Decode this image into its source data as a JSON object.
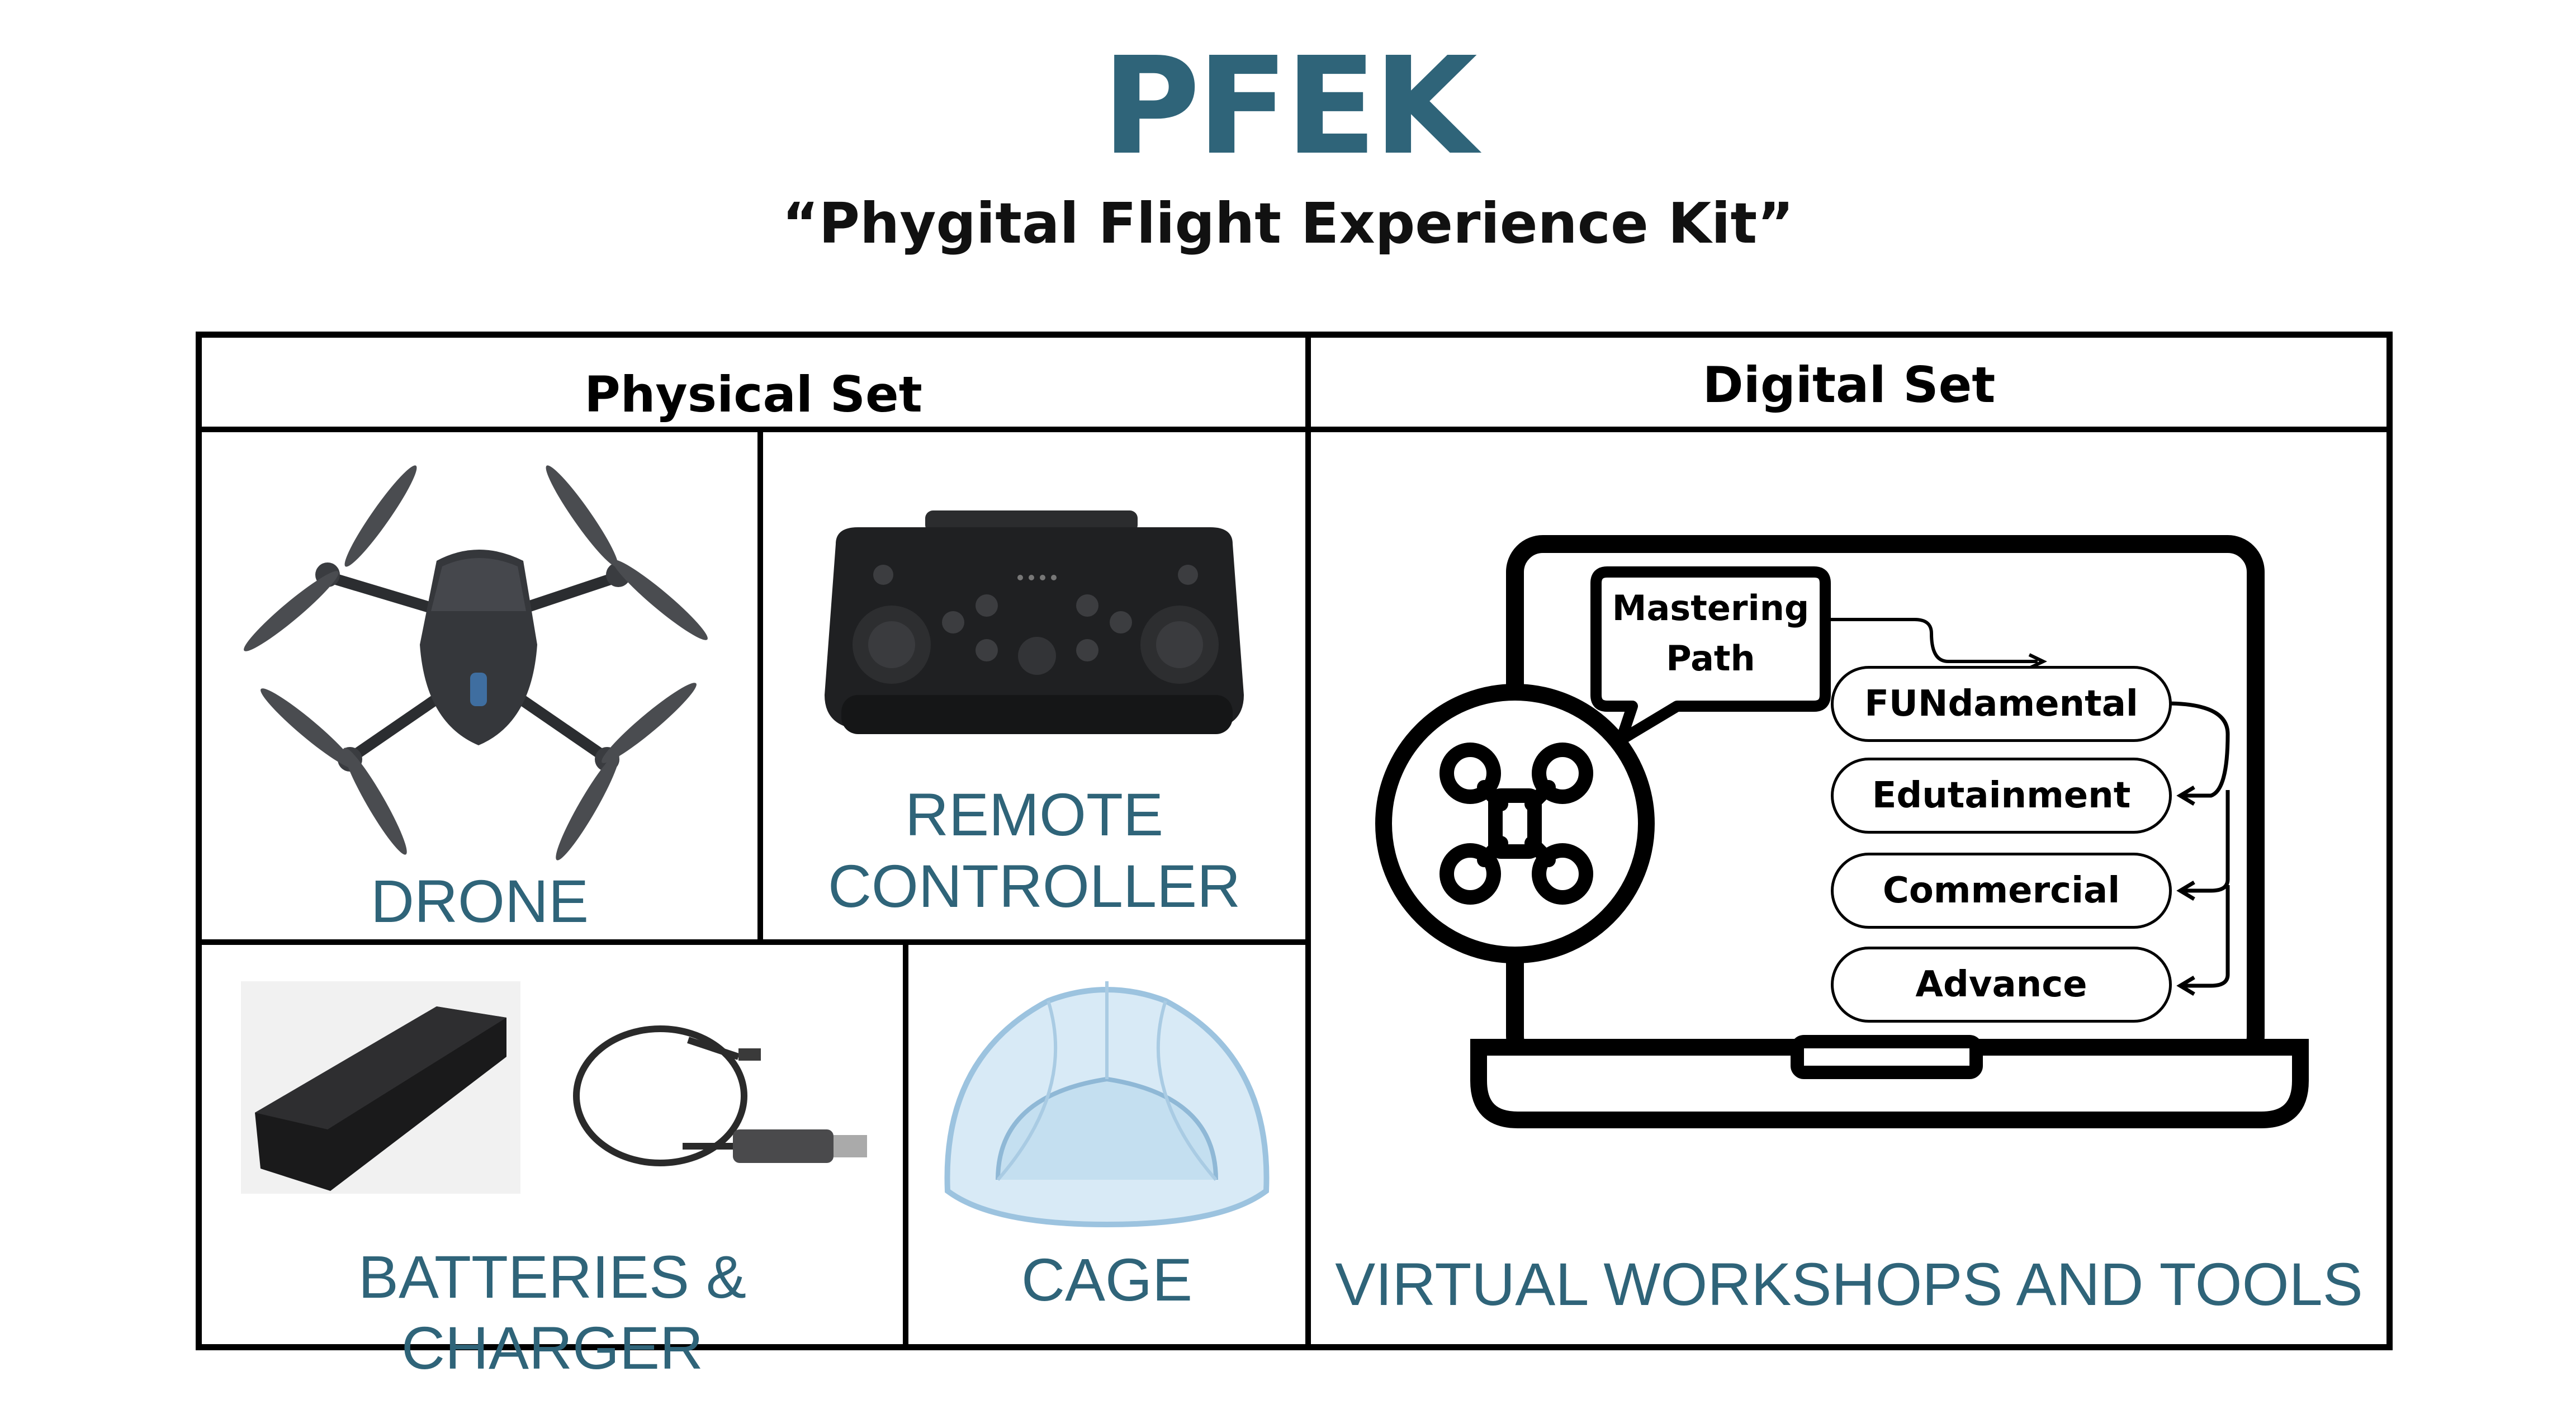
{
  "title": "PFEK",
  "subtitle": "“Phygital Flight Experience Kit”",
  "physical_set": {
    "heading": "Physical Set",
    "items": [
      {
        "label": "DRONE",
        "icon": "drone-photo"
      },
      {
        "label_line1": "REMOTE",
        "label_line2": "CONTROLLER",
        "icon": "remote-controller-photo"
      },
      {
        "label": "BATTERIES & CHARGER",
        "icon": "battery-charger-photo"
      },
      {
        "label": "CAGE",
        "icon": "cage-photo"
      }
    ]
  },
  "digital_set": {
    "heading": "Digital Set",
    "bubble_line1": "Mastering",
    "bubble_line2": "Path",
    "path_steps": [
      "FUNdamental",
      "Edutainment",
      "Commercial",
      "Advance"
    ],
    "label": "VIRTUAL WORKSHOPS AND TOOLS",
    "icon": "laptop-drone-icon"
  },
  "colors": {
    "accent": "#2f6479",
    "border": "#000000",
    "background": "#ffffff"
  }
}
